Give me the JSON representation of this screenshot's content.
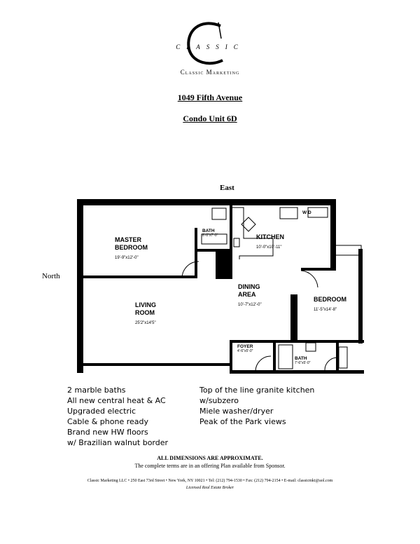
{
  "logo": {
    "letters": "CLASSIC",
    "company": "Classic Marketing"
  },
  "header": {
    "address": "1049 Fifth Avenue",
    "unit": "Condo Unit 6D"
  },
  "compass": {
    "east": "East",
    "north": "North"
  },
  "rooms": {
    "master_bedroom": {
      "name_line1": "MASTER",
      "name_line2": "BEDROOM",
      "dimensions": "19'-9\"x12'-0\""
    },
    "master_bath": {
      "name": "BATH",
      "dimensions": "8'-0\"x7'-0\""
    },
    "kitchen": {
      "name": "KITCHEN",
      "dimensions": "10'-0\"x10'-11\""
    },
    "washer_dryer": "W D",
    "dining": {
      "name_line1": "DINING",
      "name_line2": "AREA",
      "dimensions": "10'-7\"x12'-0\""
    },
    "living": {
      "name_line1": "LIVING",
      "name_line2": "ROOM",
      "dimensions": "25'2\"x14'5\""
    },
    "bedroom": {
      "name": "BEDROOM",
      "dimensions": "11'-5\"x14'-8\""
    },
    "foyer": {
      "name": "FOYER",
      "dimensions": "4'-6\"x5'-0\""
    },
    "bath": {
      "name": "BATH",
      "dimensions": "7'-6\"x5'-0\""
    }
  },
  "features_left": [
    "2 marble baths",
    "All new central heat & AC",
    "Upgraded electric",
    "Cable & phone ready",
    "Brand new HW floors",
    "w/ Brazilian walnut border"
  ],
  "features_right": [
    "Top of the line granite kitchen",
    "w/subzero",
    "Miele washer/dryer",
    "Peak of the Park views"
  ],
  "disclaimer": {
    "line1": "ALL DIMENSIONS ARE APPROXIMATE.",
    "line2": "The complete terms are in an offering Plan available from Sponsor."
  },
  "footer": {
    "line1": "Classic Marketing LLC  •  250 East 73rd Street  •  New York, NY 10021  •  Tel: (212) 794-1530  •  Fax: (212) 794-2154  •  E-mail: classicmkt@aol.com",
    "line2": "Licensed Real Estate Broker"
  }
}
